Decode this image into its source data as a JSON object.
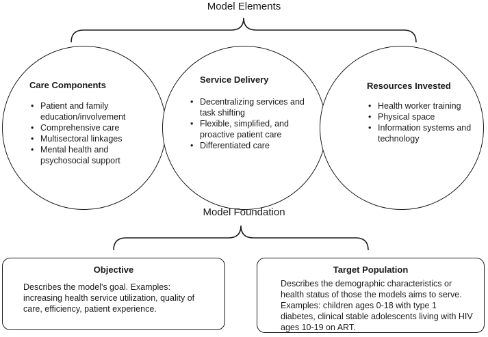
{
  "model_elements": {
    "heading": "Model Elements",
    "care_components": {
      "title": "Care Components",
      "items": [
        "Patient and family education/involvement",
        "Comprehensive care",
        "Multisectoral linkages",
        "Mental health and psychosocial support"
      ]
    },
    "service_delivery": {
      "title": "Service Delivery",
      "items": [
        "Decentralizing services and task shifting",
        "Flexible, simplified, and proactive patient care",
        "Differentiated care"
      ]
    },
    "resources_invested": {
      "title": "Resources Invested",
      "items": [
        "Health worker training",
        "Physical space",
        "Information systems and technology"
      ]
    }
  },
  "model_foundation": {
    "heading": "Model Foundation",
    "objective": {
      "title": "Objective",
      "text": "Describes the model's goal. Examples: increasing health service utilization, quality of care, efficiency, patient experience."
    },
    "target_population": {
      "title": "Target Population",
      "text": "Describes the demographic characteristics or health status of those the models aims to serve. Examples: children ages 0-18 with type 1 diabetes, clinical stable adolescents living with HIV ages 10-19 on ART."
    }
  }
}
